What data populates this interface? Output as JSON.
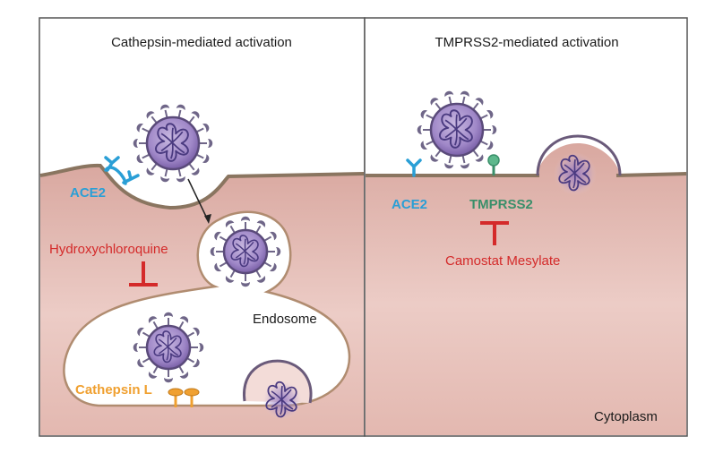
{
  "panels": [
    {
      "title": "Cathepsin-mediated activation"
    },
    {
      "title": "TMPRSS2-mediated activation"
    }
  ],
  "labels": {
    "ace2_left": "ACE2",
    "hydroxychloroquine": "Hydroxychloroquine",
    "endosome": "Endosome",
    "cathepsin_l": "Cathepsin L",
    "ace2_right": "ACE2",
    "tmprss2": "TMPRSS2",
    "camostat": "Camostat Mesylate",
    "cytoplasm": "Cytoplasm"
  },
  "colors": {
    "ace2": "#2a9fd6",
    "inhibitor": "#d42a2a",
    "tmprss2": "#3a8f6a",
    "cathepsin": "#f0a030",
    "membrane": "#8a7560",
    "virus_fill": "#8a70b8",
    "spike": "#6f6688",
    "cytoplasm_top": "#d9a8a0",
    "cytoplasm_bottom": "#f0d8d2"
  }
}
